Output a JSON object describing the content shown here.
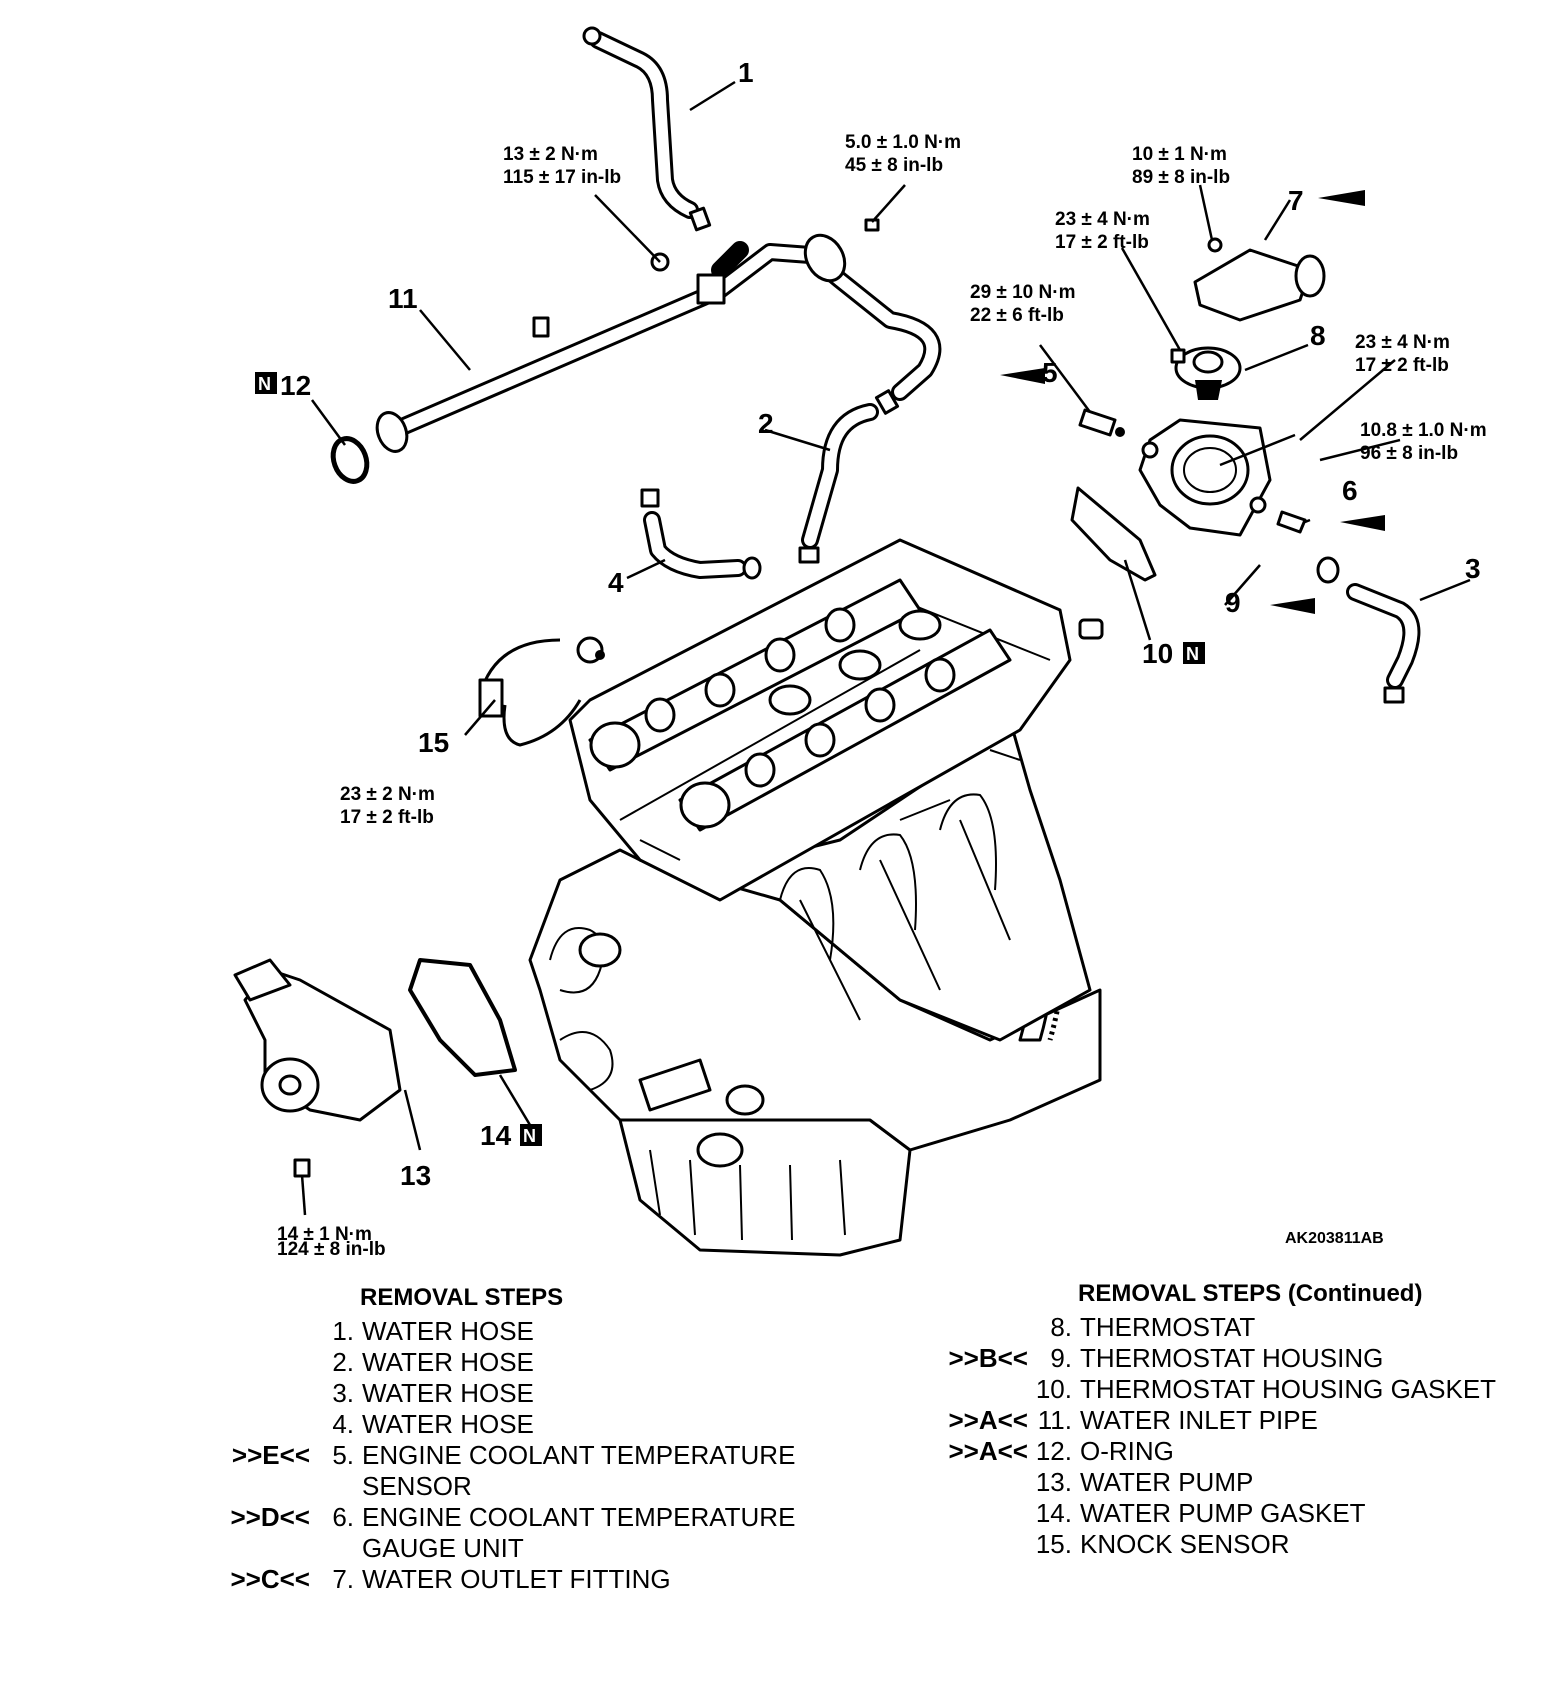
{
  "diagram": {
    "figure_id": "AK203811AB",
    "callouts": {
      "c1": "1",
      "c2": "2",
      "c3": "3",
      "c4": "4",
      "c5": "5",
      "c6": "6",
      "c7": "7",
      "c8": "8",
      "c9": "9",
      "c10": "10",
      "c11": "11",
      "c12": "12",
      "c13": "13",
      "c14": "14",
      "c15": "15"
    },
    "new_part_marker": "N",
    "torques": {
      "t_pipe_bolt": {
        "metric": "13 ± 2 N·m",
        "imperial": "115 ± 17 in-lb"
      },
      "t_pipe_top": {
        "metric": "5.0 ± 1.0 N·m",
        "imperial": "45 ± 8 in-lb"
      },
      "t_outlet": {
        "metric": "10 ± 1 N·m",
        "imperial": "89 ± 8 in-lb"
      },
      "t_housing_top": {
        "metric": "23 ± 4 N·m",
        "imperial": "17 ± 2 ft-lb"
      },
      "t_sensor5": {
        "metric": "29 ± 10 N·m",
        "imperial": "22 ± 6 ft-lb"
      },
      "t_housing_bolt": {
        "metric": "23 ± 4 N·m",
        "imperial": "17 ± 2 ft-lb"
      },
      "t_gauge6": {
        "metric": "10.8 ± 1.0 N·m",
        "imperial": "96 ± 8 in-lb"
      },
      "t_knock": {
        "metric": "23 ± 2 N·m",
        "imperial": "17 ± 2 ft-lb"
      },
      "t_pump": {
        "metric": "14 ± 1 N·m",
        "imperial": "124 ± 8 in-lb"
      }
    }
  },
  "removal_steps": {
    "left_title": "REMOVAL STEPS",
    "right_title": "REMOVAL STEPS (Continued)",
    "left": [
      {
        "mark": "",
        "num": "1.",
        "text": "WATER HOSE"
      },
      {
        "mark": "",
        "num": "2.",
        "text": "WATER HOSE"
      },
      {
        "mark": "",
        "num": "3.",
        "text": "WATER HOSE"
      },
      {
        "mark": "",
        "num": "4.",
        "text": "WATER HOSE"
      },
      {
        "mark": ">>E<<",
        "num": "5.",
        "text": "ENGINE COOLANT TEMPERATURE",
        "cont": "SENSOR"
      },
      {
        "mark": ">>D<<",
        "num": "6.",
        "text": "ENGINE COOLANT TEMPERATURE",
        "cont": "GAUGE UNIT"
      },
      {
        "mark": ">>C<<",
        "num": "7.",
        "text": "WATER OUTLET FITTING"
      }
    ],
    "right": [
      {
        "mark": "",
        "num": "8.",
        "text": "THERMOSTAT"
      },
      {
        "mark": ">>B<<",
        "num": "9.",
        "text": "THERMOSTAT HOUSING"
      },
      {
        "mark": "",
        "num": "10.",
        "text": "THERMOSTAT HOUSING GASKET"
      },
      {
        "mark": ">>A<<",
        "num": "11.",
        "text": "WATER INLET PIPE"
      },
      {
        "mark": ">>A<<",
        "num": "12.",
        "text": "O-RING"
      },
      {
        "mark": "",
        "num": "13.",
        "text": "WATER PUMP"
      },
      {
        "mark": "",
        "num": "14.",
        "text": "WATER PUMP GASKET"
      },
      {
        "mark": "",
        "num": "15.",
        "text": "KNOCK SENSOR"
      }
    ]
  }
}
